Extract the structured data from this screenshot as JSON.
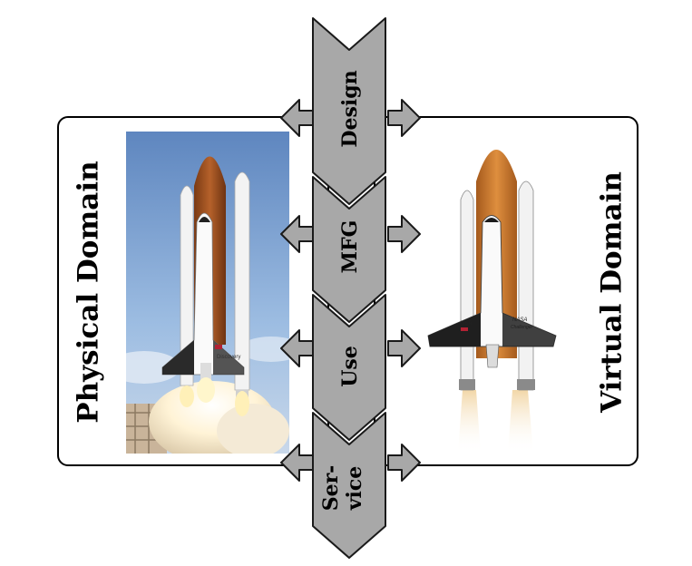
{
  "stages": [
    {
      "lines": [
        "Design"
      ]
    },
    {
      "lines": [
        "MFG"
      ]
    },
    {
      "lines": [
        "Use"
      ]
    },
    {
      "lines": [
        "Ser-",
        "vice"
      ]
    }
  ],
  "domains": {
    "physical": "Physical Domain",
    "virtual": "Virtual Domain"
  },
  "decals": {
    "physical_orbiter": "Discovery",
    "virtual_brand": "NASA",
    "virtual_orbiter": "Challenger",
    "virtual_country": "USA"
  },
  "colors": {
    "chevron_fill": "#a8a8a8",
    "chevron_stroke": "#1a1a1a",
    "panel_border": "#000000",
    "tank_orange": "#c77a2e",
    "sky_blue": "#8fb3d9"
  }
}
